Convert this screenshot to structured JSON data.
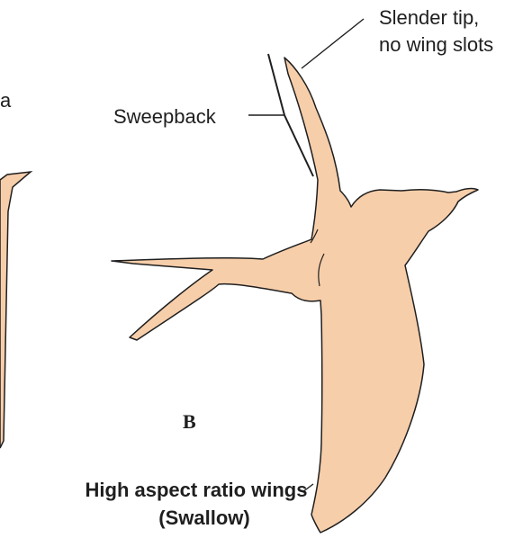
{
  "colors": {
    "bird_fill": "#f7ceaa",
    "outline": "#1f1f1f",
    "background": "#ffffff"
  },
  "labels": {
    "edge_fragment": "a",
    "tip_line1": "Slender tip,",
    "tip_line2": "no wing slots",
    "sweepback": "Sweepback",
    "panel_letter": "B",
    "caption_line1": "High aspect ratio wings",
    "caption_line2": "(Swallow)"
  }
}
